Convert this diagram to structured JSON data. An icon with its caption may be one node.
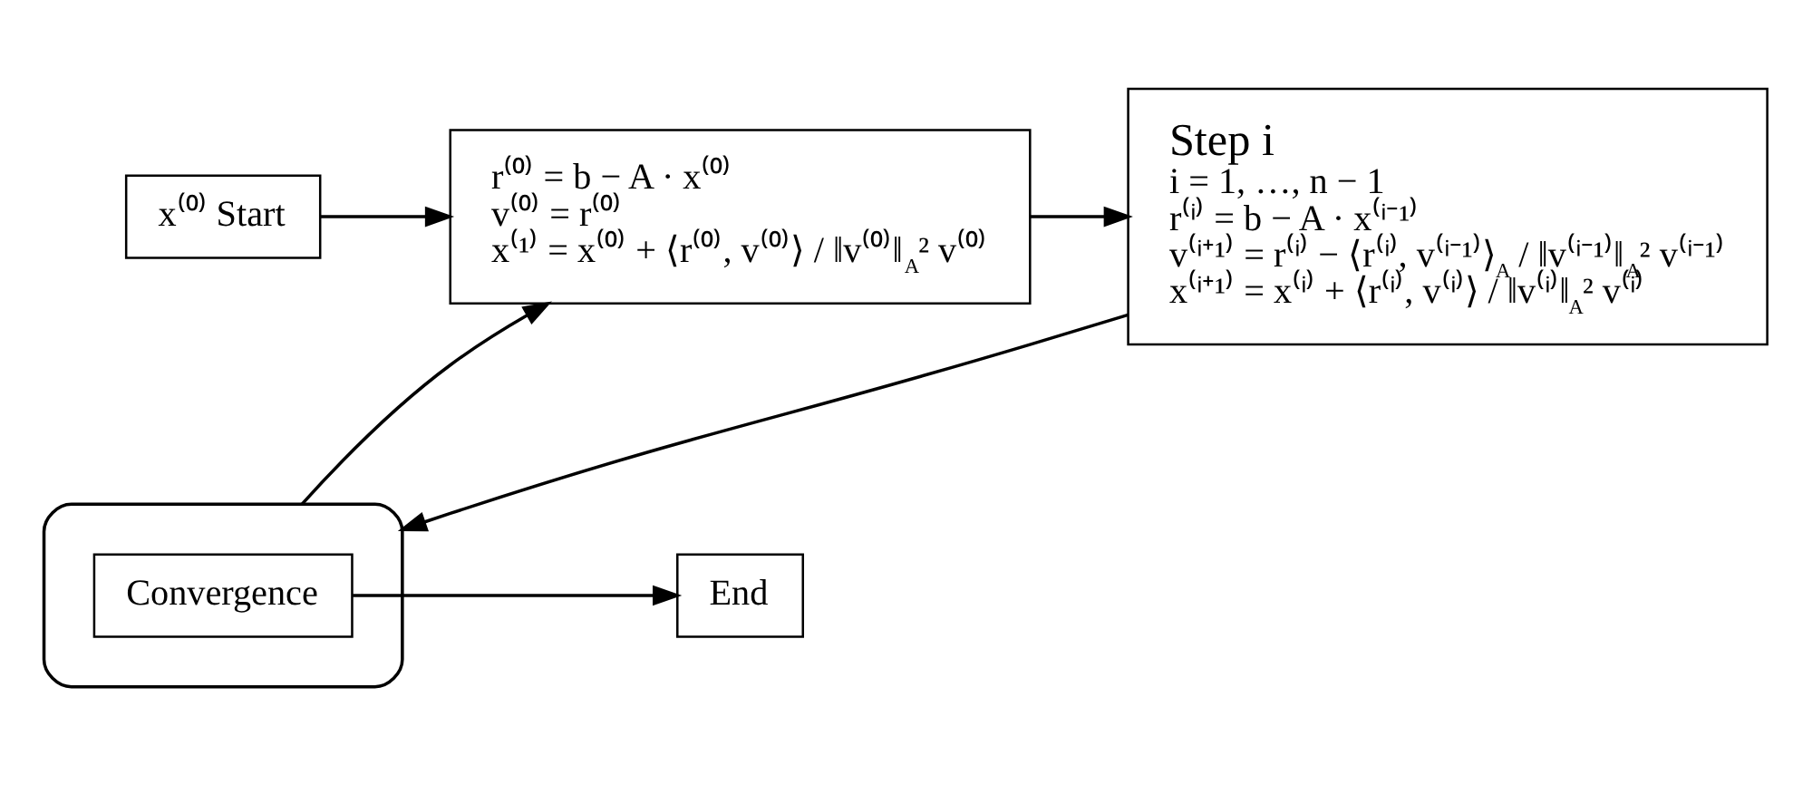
{
  "diagram": {
    "nodes": [
      {
        "text": [
          "x⁽⁰⁾ Start"
        ]
      },
      {
        "text": [
          "r⁽⁰⁾ = b − A · x⁽⁰⁾",
          "v⁽⁰⁾ = r⁽⁰⁾",
          "x⁽¹⁾ = x⁽⁰⁾ + ⟨r⁽⁰⁾, v⁽⁰⁾⟩ / ‖v⁽⁰⁾‖$_{A}$² v⁽⁰⁾"
        ]
      },
      {
        "text": [
          "Step i",
          "i = 1, …, n − 1",
          "r⁽ⁱ⁾ = b − A · x⁽ⁱ⁻¹⁾",
          "v⁽ⁱ⁺¹⁾ = r⁽ⁱ⁾ − ⟨r⁽ⁱ⁾, v⁽ⁱ⁻¹⁾⟩$_{A}$ / ‖v⁽ⁱ⁻¹⁾‖$_{A}$² v⁽ⁱ⁻¹⁾",
          "x⁽ⁱ⁺¹⁾ = x⁽ⁱ⁾ + ⟨r⁽ⁱ⁾, v⁽ⁱ⁾⟩ / ‖v⁽ⁱ⁾‖$_{A}$² v⁽ⁱ⁾"
        ]
      },
      {
        "text": [],
        "shape": "box"
      },
      {
        "text": [
          "Convergence"
        ],
        "in": 3
      },
      {
        "text": [
          "End"
        ]
      }
    ],
    "edges": [
      {
        "from": 0,
        "to": 1,
        "arrow": "to"
      },
      {
        "from": 1,
        "to": 2,
        "arrow": "to"
      },
      {
        "from": 2,
        "to": 3,
        "arrow": "to"
      },
      {
        "from": 3,
        "to": 1,
        "arrow": "to"
      },
      {
        "from": 4,
        "to": 5,
        "arrow": "to"
      }
    ]
  }
}
